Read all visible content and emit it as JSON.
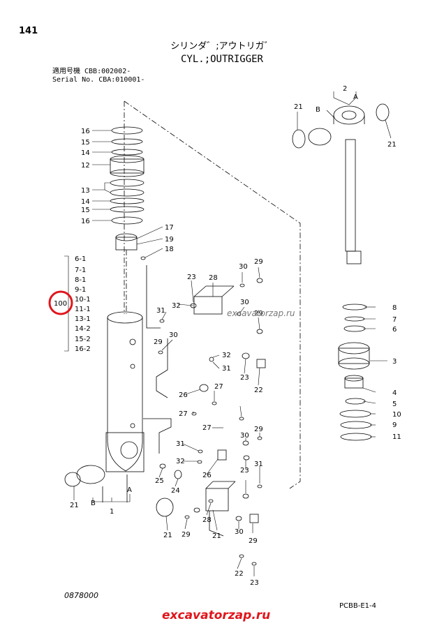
{
  "header": {
    "page_number": "141",
    "title_jp": "シリンダ゛;アウトリガ゛",
    "title_en": "CYL.;OUTRIGGER",
    "serial_line_1": "適用号機 CBB:002002-",
    "serial_line_2": "Serial No. CBA:010001-"
  },
  "kit": {
    "number": "100",
    "items": [
      "6-1",
      "7-1",
      "8-1",
      "9-1",
      "10-1",
      "11-1",
      "13-1",
      "14-2",
      "15-2",
      "16-2"
    ]
  },
  "callouts": {
    "left_stack": [
      "16",
      "15",
      "14",
      "12",
      "13",
      "14",
      "15",
      "16",
      "17",
      "19",
      "18"
    ],
    "rod": [
      "2",
      "A",
      "B",
      "21",
      "21",
      "8",
      "7",
      "6",
      "3",
      "4",
      "5",
      "10",
      "9",
      "11"
    ],
    "tube": [
      "1",
      "A",
      "B",
      "21",
      "21",
      "24",
      "25"
    ],
    "valves": [
      "28",
      "29",
      "30",
      "23",
      "31",
      "32",
      "30",
      "29",
      "29",
      "30",
      "32",
      "31",
      "23",
      "22",
      "26",
      "27",
      "27",
      "27",
      "29",
      "30",
      "31",
      "32",
      "26",
      "31",
      "23",
      "28",
      "29",
      "21",
      "30",
      "29",
      "22",
      "23"
    ]
  },
  "watermark": "excavatorzap.ru",
  "footer": {
    "doc_number": "0878000",
    "page_code": "PCBB-E1-4",
    "brand": "excavatorzap.ru"
  },
  "colors": {
    "highlight": "#e0161c",
    "ink": "#000000",
    "watermark": "#7a7a7a"
  }
}
